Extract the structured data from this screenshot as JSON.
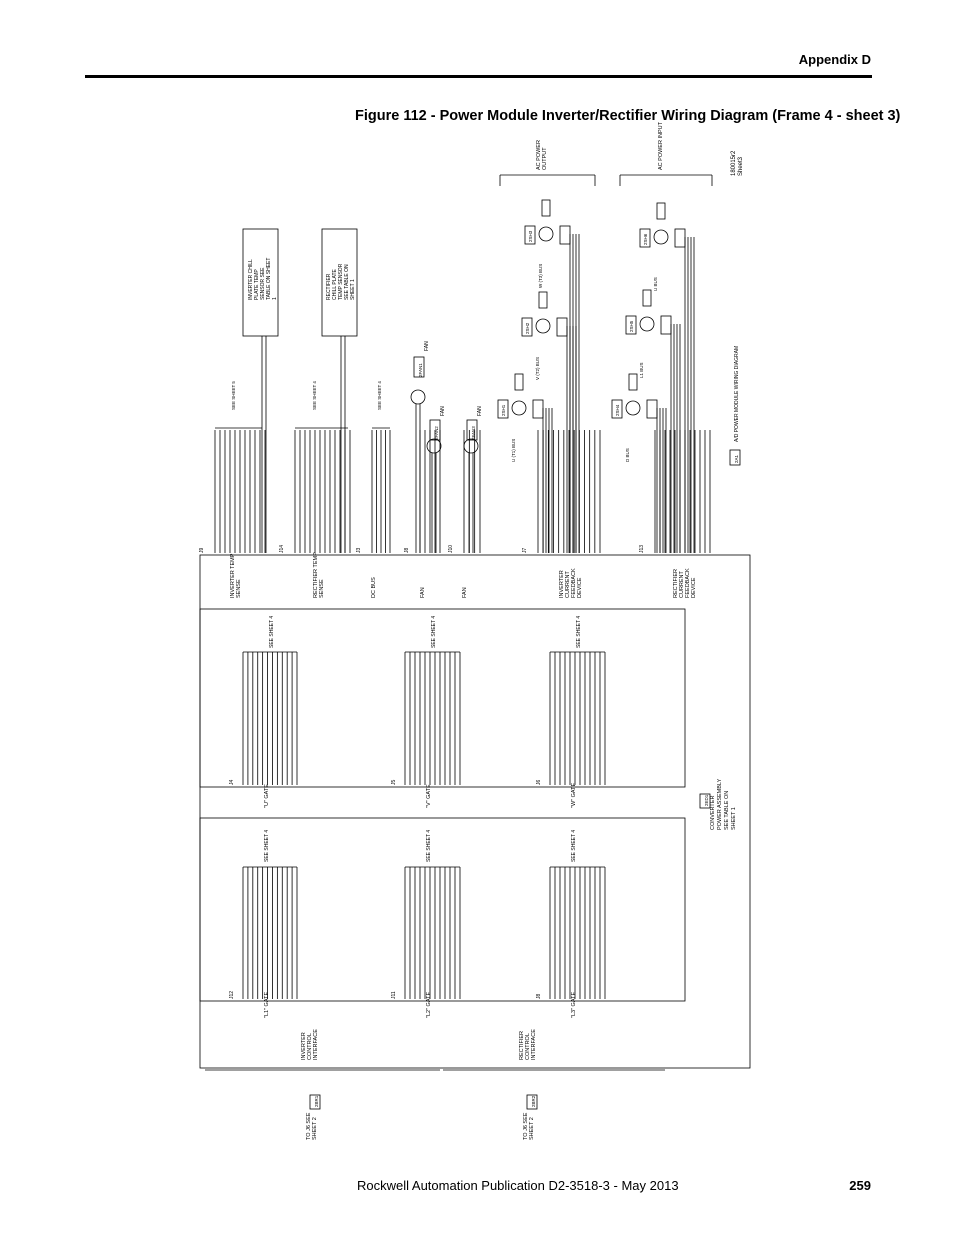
{
  "header": {
    "section": "Appendix D"
  },
  "figure": {
    "title": "Figure 112 - Power Module Inverter/Rectifier Wiring Diagram (Frame 4 - sheet 3)"
  },
  "footer": {
    "publication": "Rockwell Automation Publication D2-3518-3 - May 2013",
    "page": "259"
  },
  "diagram": {
    "drawing_id": "180015r2 Sheet3",
    "ac_output": "AC POWER OUTPUT",
    "ac_input": "AC POWER INPUT",
    "inverter_temp_box": "INVERTER CHILL PLATE TEMP SENSOR SEE TABLE ON SHEET 1",
    "rectifier_temp_box": "RECTIFIER CHILL PLATE TEMP SENSOR SEE TABLE ON SHEET 1",
    "fan_label": "FAN",
    "fan_ids": [
      "2FAN1",
      "2FAN2",
      "2FAN3"
    ],
    "sensor_refs": [
      "2SH1",
      "2SH2",
      "2SH3",
      "2SH4",
      "2SH5",
      "2SH6"
    ],
    "sensor_names": [
      "U (T1) BUS",
      "V (T2) BUS",
      "W (T3) BUS",
      "D BUS",
      "L1 BUS",
      "U BUS"
    ],
    "mid_box_label": "2ED1",
    "board_module_label": "A/D POWER MODULE WIRING DIAGRAM",
    "board_module_ref": "2A1",
    "connectors_top": [
      {
        "id": "J9",
        "label": "INVERTER TEMP SENSE"
      },
      {
        "id": "J14",
        "label": "RECTIFIER TEMP SENSE"
      },
      {
        "id": "J3",
        "label": "DC BUS"
      },
      {
        "id": "J8",
        "label": "FAN"
      },
      {
        "id": "J10",
        "label": "FAN"
      },
      {
        "id": "J7",
        "label": "INVERTER CURRENT FEEDBACK DEVICE"
      },
      {
        "id": "J13",
        "label": "RECTIFIER CURRENT FEEDBACK DEVICE"
      }
    ],
    "gate_mid": [
      {
        "id": "J4",
        "label": "\"U\" GATE"
      },
      {
        "id": "J5",
        "label": "\"V\" GATE"
      },
      {
        "id": "J6",
        "label": "\"W\" GATE"
      }
    ],
    "gate_bottom": [
      {
        "id": "J12",
        "label": "\"L1\" GATE"
      },
      {
        "id": "J11",
        "label": "\"L2\" GATE"
      },
      {
        "id": "J8",
        "label": "\"L3\" GATE"
      }
    ],
    "see_sheet": "SEE SHEET 4",
    "mid_box_text": "CONVERTER POWER ASSEMBLY SEE TABLE ON SHEET 1",
    "inverter_interface": "INVERTER CONTROL INTERFACE",
    "rectifier_interface": "RECTIFIER CONTROL INTERFACE",
    "to_left": "TO J6 SEE SHEET 2",
    "to_right": "TO J6 SEE SHEET 2",
    "to_refs": [
      "2BR1",
      "2BR2"
    ]
  }
}
